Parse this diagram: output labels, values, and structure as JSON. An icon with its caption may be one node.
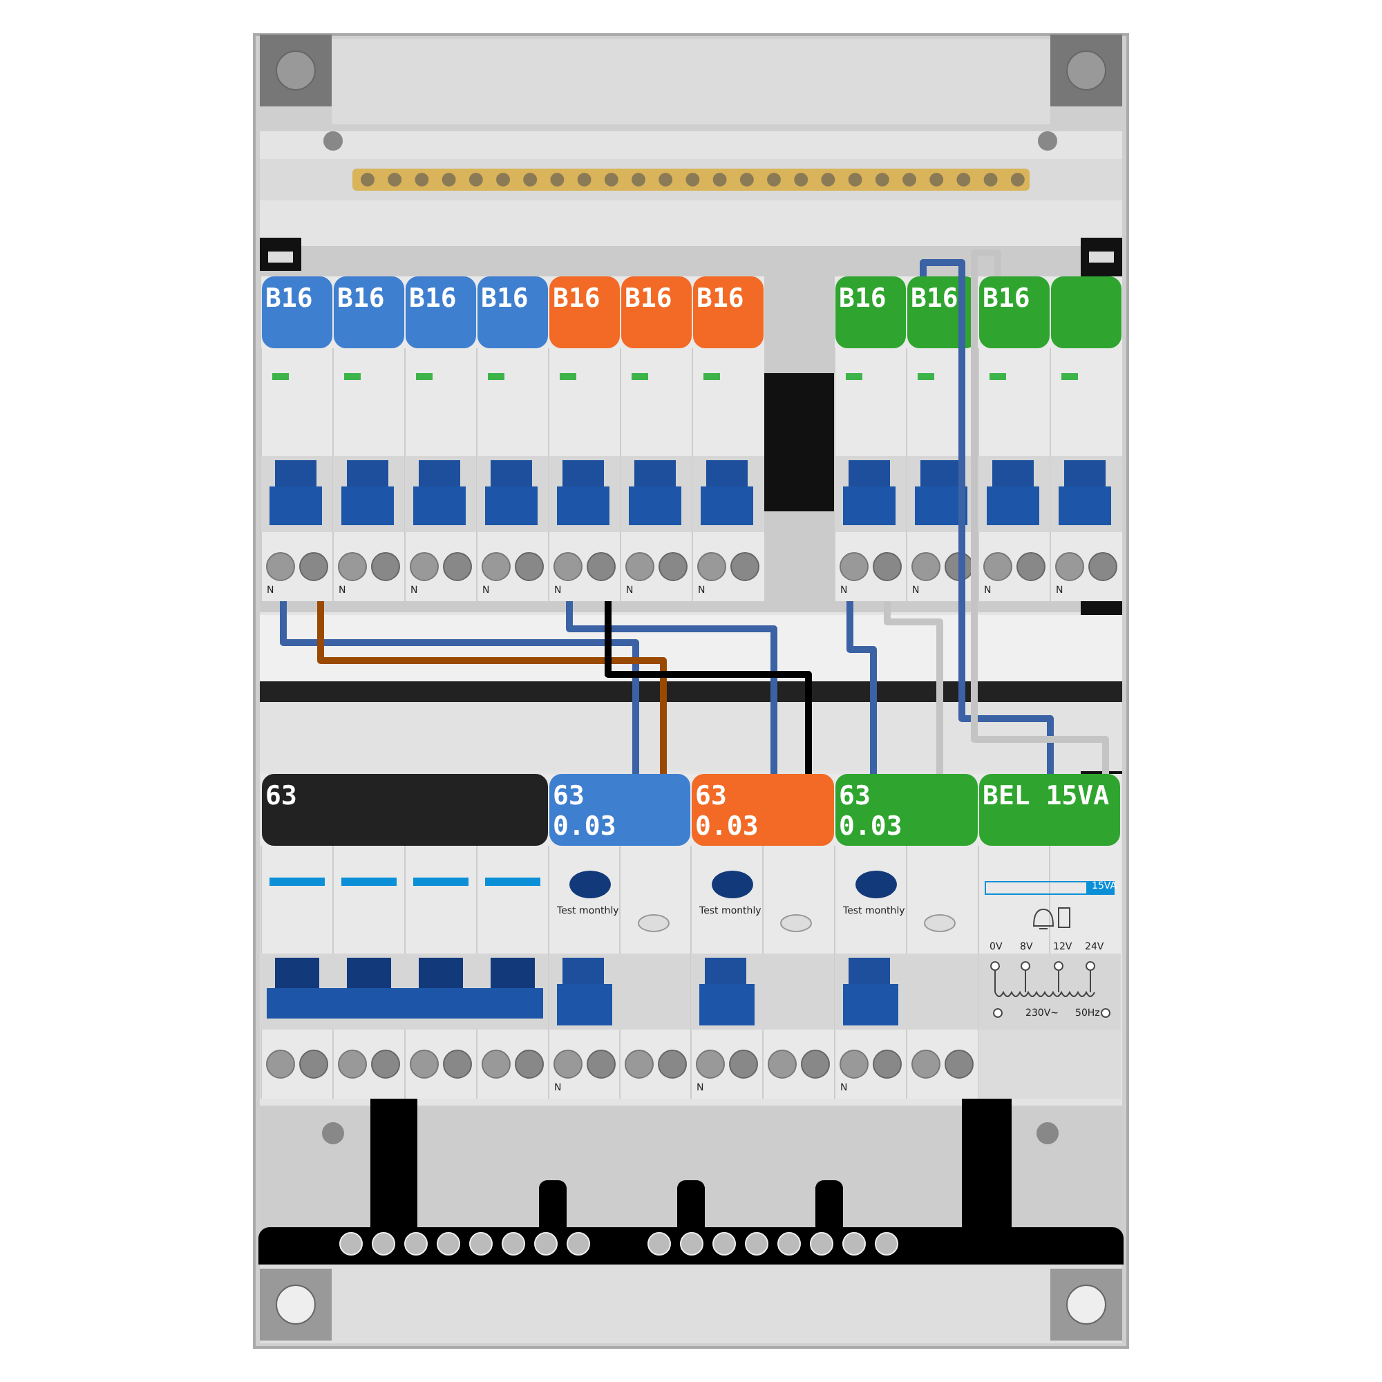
{
  "diagram": {
    "nodes": [
      {
        "text": [
          "B16",
          "N"
        ]
      },
      {
        "text": [
          "B16",
          "N"
        ]
      },
      {
        "text": [
          "B16",
          "N"
        ]
      },
      {
        "text": [
          "B16",
          "N"
        ]
      },
      {
        "text": [
          "B16",
          "N"
        ]
      },
      {
        "text": [
          "B16",
          "N"
        ]
      },
      {
        "text": [
          "B16",
          "N"
        ]
      },
      {
        "text": [
          "B16",
          "N"
        ]
      },
      {
        "text": [
          "B16",
          "N"
        ]
      },
      {
        "text": [
          "B16",
          "N"
        ]
      },
      {
        "text": [
          "N"
        ]
      },
      {
        "text": [
          "63"
        ]
      },
      {
        "text": [
          "63 0.03",
          "Test monthly",
          "N"
        ]
      },
      {
        "text": [
          "63 0.03",
          "Test monthly",
          "N"
        ]
      },
      {
        "text": [
          "63 0.03",
          "Test monthly",
          "N"
        ]
      },
      {
        "text": [
          "BEL 15VA",
          "15VA",
          "0V",
          "8V",
          "12V",
          "24V",
          "230V~",
          "50Hz"
        ]
      }
    ],
    "edges": [
      {
        "from": 0,
        "to": 12,
        "arrow": "none"
      },
      {
        "from": 0,
        "to": 12,
        "arrow": "none",
        "color": "#9a4a00"
      },
      {
        "from": 4,
        "to": 13,
        "arrow": "none"
      },
      {
        "from": 4,
        "to": 13,
        "arrow": "none",
        "color": "#000000"
      },
      {
        "from": 7,
        "to": 14,
        "arrow": "none"
      },
      {
        "from": 7,
        "to": 14,
        "arrow": "none",
        "color": "#c4c4c4"
      },
      {
        "from": 8,
        "to": 15,
        "arrow": "none"
      },
      {
        "from": 9,
        "to": 15,
        "arrow": "none",
        "color": "#c4c4c4"
      }
    ]
  }
}
